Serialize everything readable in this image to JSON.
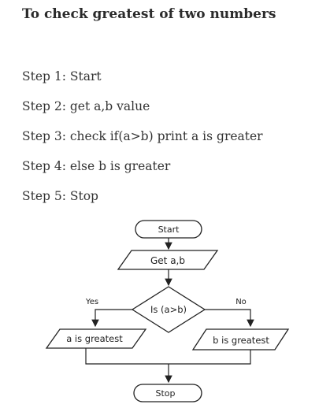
{
  "title": "To check greatest of two numbers",
  "steps": [
    "Step 1: Start",
    "Step 2: get a,b value",
    "Step 3: check if(a>b) print a is greater",
    "Step 4: else b is greater",
    "Step 5: Stop"
  ],
  "flowchart": {
    "start": "Start",
    "input": "Get a,b",
    "decision": "Is (a>b)",
    "yes_label": "Yes",
    "no_label": "No",
    "yes_output": "a is greatest",
    "no_output": "b is greatest",
    "stop": "Stop"
  }
}
